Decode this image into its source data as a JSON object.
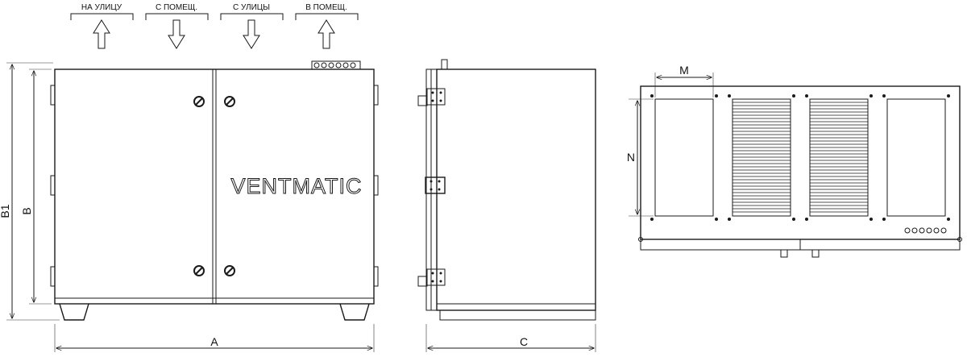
{
  "airflow_labels": {
    "exhaust_out": "НА УЛИЦУ",
    "extract_in": "С ПОМЕЩ.",
    "fresh_in": "С УЛИЦЫ",
    "supply_out": "В ПОМЕЩ."
  },
  "brand": "VENTMATIC",
  "dimensions": {
    "width": "A",
    "height": "B",
    "total_height": "B1",
    "depth": "C",
    "port_width": "M",
    "port_height": "N"
  }
}
